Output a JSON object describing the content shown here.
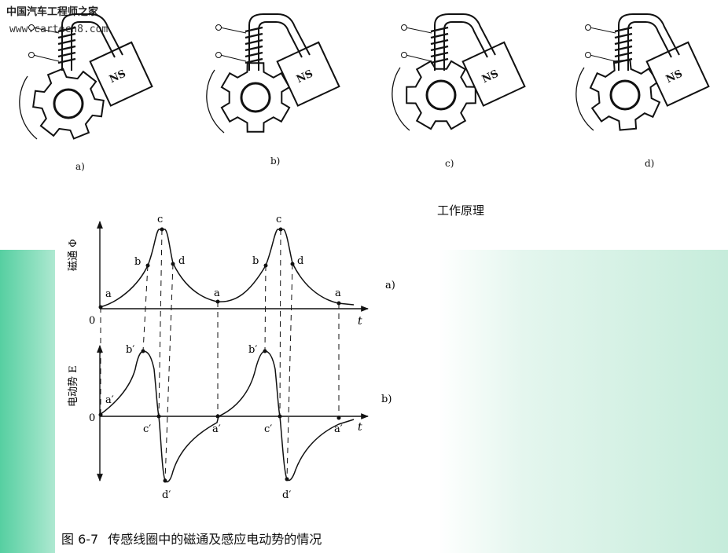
{
  "watermark": {
    "title": "中国汽车工程师之家",
    "url": "www.cartech8.com"
  },
  "sensor_panels": [
    {
      "label": "a)",
      "magnet": "NS"
    },
    {
      "label": "b)",
      "magnet": "NS"
    },
    {
      "label": "c)",
      "magnet": "NS"
    },
    {
      "label": "d)",
      "magnet": "NS"
    }
  ],
  "principle_title": "工作原理",
  "flux_chart": {
    "ylabel": "磁通 Φ",
    "xlabel": "t",
    "origin": "0",
    "panel_label": "a)",
    "points": [
      "a",
      "b",
      "c",
      "d",
      "a",
      "b",
      "c",
      "d",
      "a"
    ]
  },
  "emf_chart": {
    "ylabel": "电动势 E",
    "xlabel": "t",
    "origin": "0",
    "panel_label": "b)",
    "points": [
      "a′",
      "b′",
      "c′",
      "d′",
      "a′",
      "b′",
      "c′",
      "d′",
      "a′"
    ]
  },
  "caption": {
    "number": "图 6-7",
    "text": "传感线圈中的磁通及感应电动势的情况"
  },
  "colors": {
    "green": "#56cfa1",
    "ink": "#111111"
  }
}
